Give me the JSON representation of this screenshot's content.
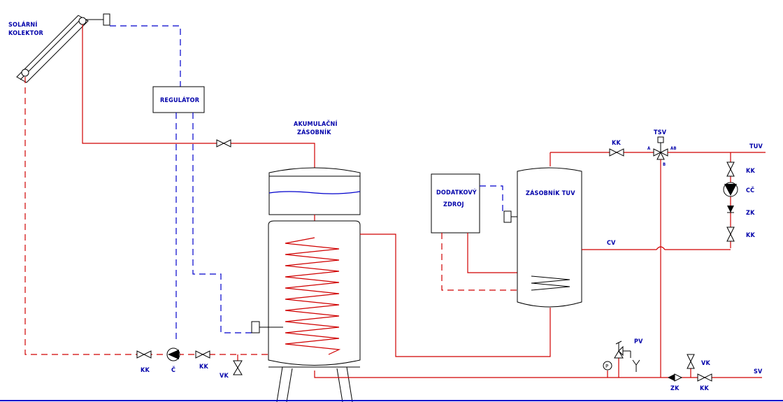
{
  "labels": {
    "solar_collector": [
      "SOLÁRNÍ",
      "KOLEKTOR"
    ],
    "regulator": "REGULÁTOR",
    "accumulation_tank": [
      "AKUMULAČNÍ",
      "ZÁSOBNÍK"
    ],
    "dhw_tank": "ZÁSOBNÍK TUV",
    "aux_source": [
      "DODATKOVÝ",
      "ZDROJ"
    ],
    "tsv": "TSV",
    "tuv": "TUV",
    "cv": "CV",
    "sv": "SV",
    "pv": "PV",
    "kk": "KK",
    "c": "Č",
    "vk": "VK",
    "zk": "ZK",
    "cc": "CČ",
    "p": "P",
    "port_a": "A",
    "port_ab": "AB",
    "port_b": "B"
  },
  "colors": {
    "pipe": "#d00000",
    "control": "#0000cc",
    "label": "#0000aa",
    "symbol": "#000000"
  },
  "line_styles": {
    "hot_pipe": "solid",
    "return_pipe": "dashed",
    "signal": "dashed"
  }
}
